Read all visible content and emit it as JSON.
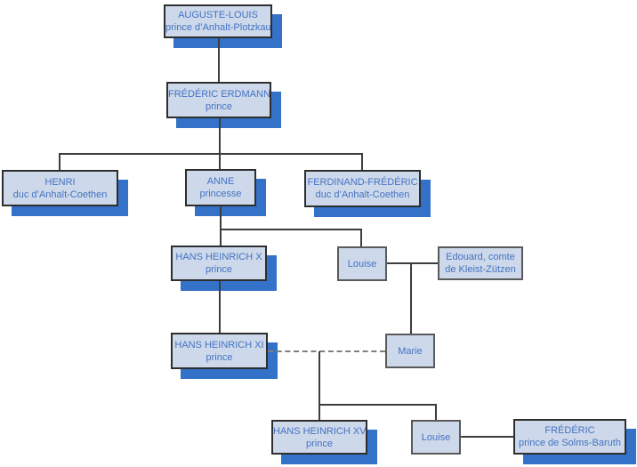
{
  "diagram": {
    "type": "family-tree",
    "colors": {
      "box_fill": "#cdd9ea",
      "box_border_main": "#2e2e2e",
      "box_border_spouse": "#5a5a5a",
      "text": "#4472c4",
      "drop_shadow": "#3372c8",
      "connector_line": "#3d3d3d",
      "dashed_marriage_line": "#7f7f7f",
      "background": "#ffffff"
    }
  },
  "nodes": {
    "auguste_louis": {
      "name": "AUGUSTE-LOUIS",
      "subtitle": "prince d’Anhalt-Plotzkau"
    },
    "frederic_erdmann": {
      "name": "FRÉDÉRIC ERDMANN",
      "subtitle": "prince"
    },
    "henri": {
      "name": "HENRI",
      "subtitle": "duc d’Anhalt-Coethen"
    },
    "anne": {
      "name": "ANNE",
      "subtitle": "princesse"
    },
    "ferdinand_frederic": {
      "name": "FERDINAND-FRÉDÉRIC",
      "subtitle": "duc d’Anhalt-Coethen"
    },
    "hans_heinrich_x": {
      "name": "HANS HEINRICH X",
      "subtitle": "prince"
    },
    "louise_kleist": {
      "name": "Louise"
    },
    "edouard": {
      "name": "Edouard, comte",
      "subtitle": "de Kleist-Zützen"
    },
    "hans_heinrich_xi": {
      "name": "HANS HEINRICH XI",
      "subtitle": "prince"
    },
    "marie": {
      "name": "Marie"
    },
    "hans_heinrich_xv": {
      "name": "HANS HEINRICH XV",
      "subtitle": "prince"
    },
    "louise_solms": {
      "name": "Louise"
    },
    "frederic_solms": {
      "name": "FRÉDÉRIC",
      "subtitle": "prince de Solms-Baruth"
    }
  }
}
